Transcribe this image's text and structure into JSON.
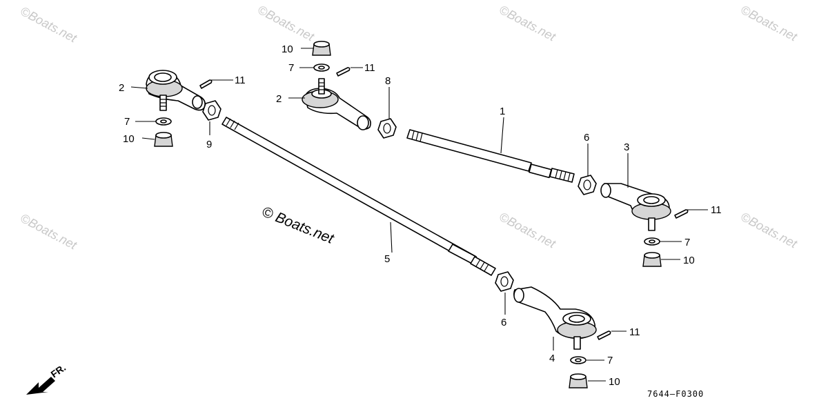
{
  "diagram": {
    "watermark": "©Boats.net",
    "main_watermark": "© Boats.net",
    "figure_code": "7644–F0300",
    "direction_label": "FR.",
    "callouts": {
      "c1": "1",
      "c2a": "2",
      "c2b": "2",
      "c3": "3",
      "c4": "4",
      "c5": "5",
      "c6a": "6",
      "c6b": "6",
      "c7a": "7",
      "c7b": "7",
      "c7c": "7",
      "c7d": "7",
      "c8": "8",
      "c9": "9",
      "c10a": "10",
      "c10b": "10",
      "c10c": "10",
      "c10d": "10",
      "c11a": "11",
      "c11b": "11",
      "c11c": "11",
      "c11d": "11"
    }
  }
}
